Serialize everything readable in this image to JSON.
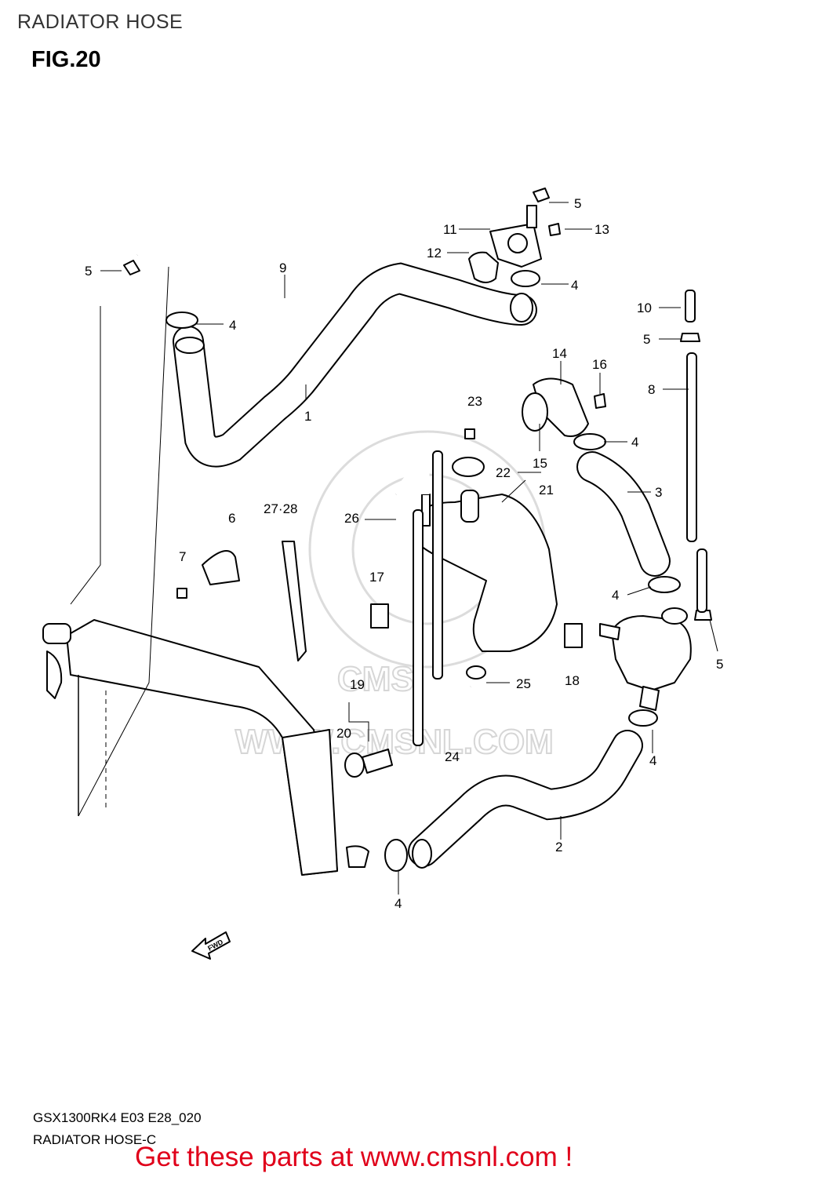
{
  "header": {
    "title": "RADIATOR HOSE",
    "figure": "FIG.20"
  },
  "watermark": {
    "text": "WWW.CMSNL.COM",
    "logo_text": "CMS"
  },
  "diagram": {
    "callouts": [
      "1",
      "2",
      "3",
      "4",
      "4",
      "4",
      "4",
      "4",
      "4",
      "4",
      "5",
      "5",
      "5",
      "5",
      "6",
      "7",
      "8",
      "9",
      "10",
      "11",
      "12",
      "13",
      "14",
      "15",
      "16",
      "17",
      "18",
      "19",
      "20",
      "21",
      "22",
      "23",
      "24",
      "25",
      "26",
      "27·28"
    ],
    "direction_tag": "FWD"
  },
  "footer": {
    "model_code": "GSX1300RK4 E03 E28_020",
    "diagram_name": "RADIATOR HOSE-C",
    "promo": "Get these parts at www.cmsnl.com !"
  }
}
